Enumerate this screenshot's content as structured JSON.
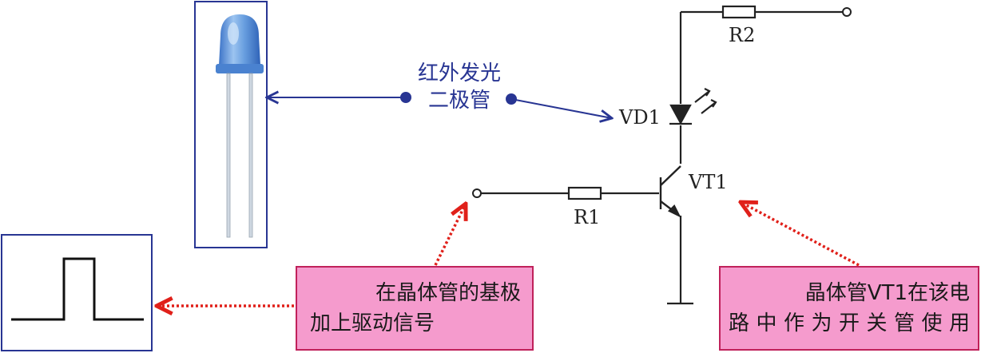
{
  "colors": {
    "wire": "#222222",
    "annotation": "#283593",
    "callout_fill": "#f59bcd",
    "callout_border": "#c0215a",
    "red_arrow": "#e0201a",
    "led_blue": "#5a8fd8"
  },
  "photo": {
    "icon": "infrared-led-photo-icon"
  },
  "led_label": {
    "line1": "红外发光",
    "line2": "二极管"
  },
  "circuit": {
    "r2_label": "R2",
    "vd1_label": "VD1",
    "vt1_label": "VT1",
    "r1_label": "R1"
  },
  "waveform": {
    "icon": "pulse-waveform-icon"
  },
  "callouts": {
    "base_drive": {
      "line1": "在晶体管的基极",
      "line2": "加上驱动信号"
    },
    "switch_role": {
      "line1": "晶体管VT1在该电",
      "line2": "路中作为开关管使用"
    }
  }
}
